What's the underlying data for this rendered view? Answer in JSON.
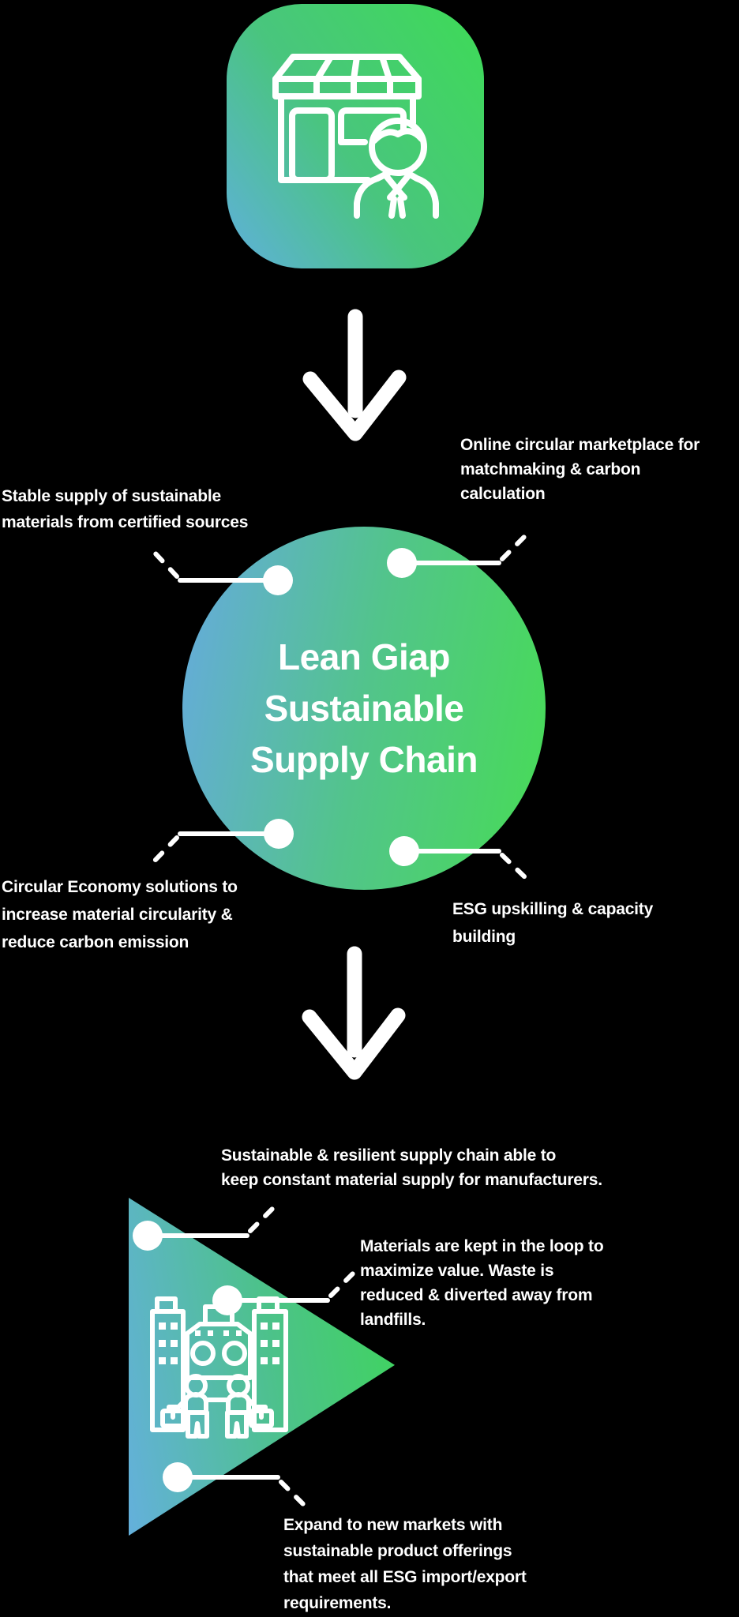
{
  "colors": {
    "background": "#000000",
    "gradient_blue": "#64aedd",
    "gradient_green": "#49dc56",
    "text": "#ffffff"
  },
  "badge": {
    "icon": "storefront-person-icon"
  },
  "hub": {
    "title": "Lean Giap\nSustainable\nSupply Chain"
  },
  "capabilities": [
    {
      "text": "Stable supply of sustainable\nmaterials from certified sources"
    },
    {
      "text": "Online circular marketplace for\nmatchmaking & carbon\ncalculation"
    },
    {
      "text": "Circular Economy solutions to\nincrease material circularity &\nreduce carbon emission"
    },
    {
      "text": "ESG upskilling & capacity\nbuilding"
    }
  ],
  "outcomes": [
    {
      "text": "Sustainable & resilient supply chain able to\nkeep constant material supply for manufacturers."
    },
    {
      "text": "Materials are kept in the loop to\nmaximize value. Waste is\nreduced & diverted away from\nlandfills."
    },
    {
      "text": "Expand to new markets with\nsustainable product offerings\nthat meet all ESG import/export\nrequirements."
    }
  ],
  "outcome_icon": "city-partnership-icon"
}
